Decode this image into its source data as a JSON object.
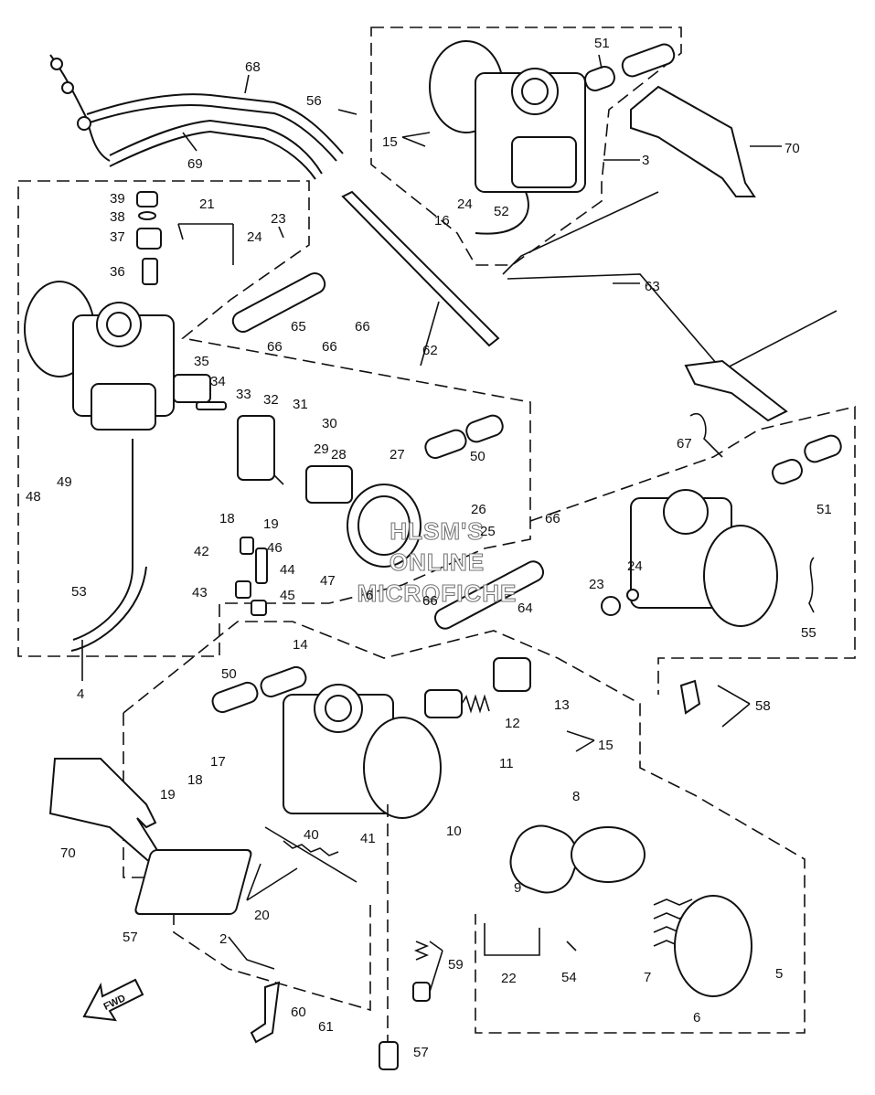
{
  "callouts": [
    "51",
    "56",
    "68",
    "69",
    "15",
    "3",
    "70",
    "39",
    "38",
    "37",
    "36",
    "21",
    "23",
    "24",
    "16",
    "24",
    "52",
    "66",
    "66",
    "65",
    "66",
    "62",
    "63",
    "35",
    "34",
    "33",
    "32",
    "31",
    "30",
    "29",
    "28",
    "27",
    "50",
    "67",
    "51",
    "48",
    "49",
    "18",
    "19",
    "26",
    "25",
    "66",
    "42",
    "46",
    "44",
    "47",
    "6",
    "43",
    "45",
    "53",
    "4",
    "66",
    "64",
    "24",
    "23",
    "55",
    "14",
    "50",
    "13",
    "12",
    "15",
    "58",
    "17",
    "11",
    "19",
    "18",
    "8",
    "70",
    "40",
    "41",
    "10",
    "9",
    "20",
    "57",
    "2",
    "59",
    "22",
    "54",
    "7",
    "5",
    "60",
    "61",
    "57",
    "6"
  ],
  "watermark": [
    "HLSM'S",
    "ONLINE",
    "MICROFICHE"
  ],
  "fwd_label": "FWD"
}
